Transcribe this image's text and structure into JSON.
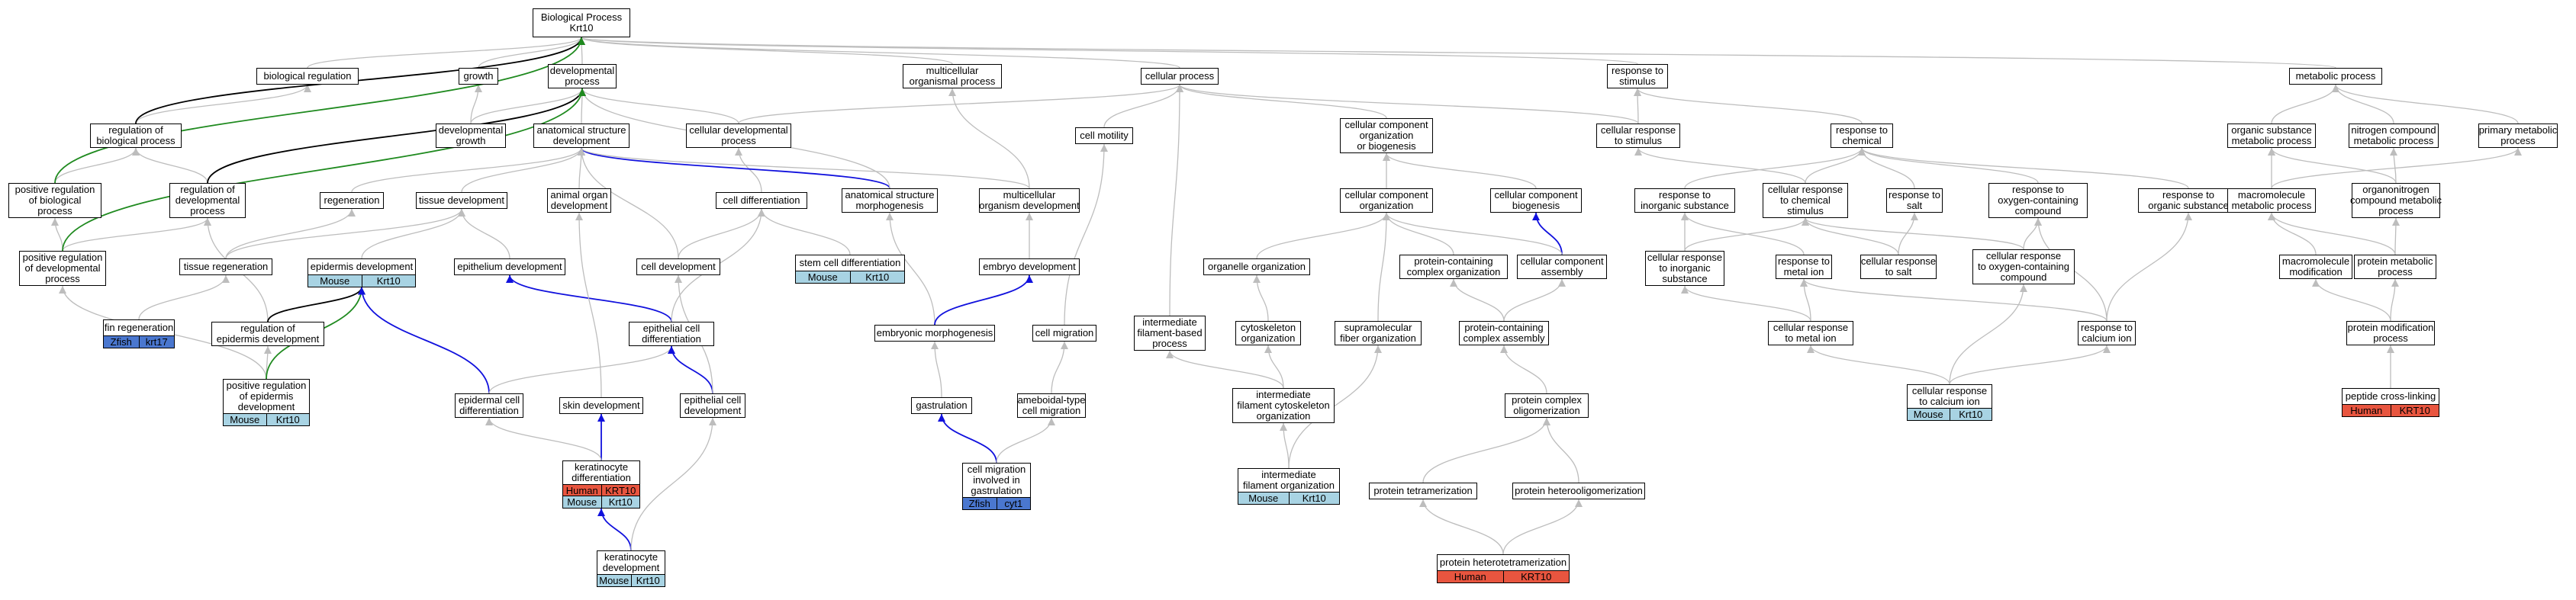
{
  "colors": {
    "gray": "#bdbdbd",
    "blue": "#1111dd",
    "green": "#1f8a1f",
    "black": "#000000",
    "mouse": "#a8d3e3",
    "human": "#e8553f",
    "zfish": "#4a77cf"
  },
  "nodes": {
    "bp": {
      "lines": [
        "Biological Process",
        "Krt10"
      ]
    },
    "bio_reg": {
      "lines": [
        "biological regulation"
      ]
    },
    "growth": {
      "lines": [
        "growth"
      ]
    },
    "dev_proc": {
      "lines": [
        "developmental",
        "process"
      ]
    },
    "multi_proc": {
      "lines": [
        "multicellular",
        "organismal process"
      ]
    },
    "cell_proc": {
      "lines": [
        "cellular process"
      ]
    },
    "resp_stim": {
      "lines": [
        "response to",
        "stimulus"
      ]
    },
    "metab_proc": {
      "lines": [
        "metabolic process"
      ]
    },
    "reg_bio": {
      "lines": [
        "regulation of",
        "biological process"
      ]
    },
    "dev_growth": {
      "lines": [
        "developmental",
        "growth"
      ]
    },
    "anat_dev": {
      "lines": [
        "anatomical structure",
        "development"
      ]
    },
    "cell_dev_proc": {
      "lines": [
        "cellular developmental",
        "process"
      ]
    },
    "cell_motility": {
      "lines": [
        "cell motility"
      ]
    },
    "ccob": {
      "lines": [
        "cellular component",
        "organization",
        "or biogenesis"
      ]
    },
    "cell_resp_stim": {
      "lines": [
        "cellular response",
        "to stimulus"
      ]
    },
    "resp_chem": {
      "lines": [
        "response to",
        "chemical"
      ]
    },
    "org_subst": {
      "lines": [
        "organic substance",
        "metabolic process"
      ]
    },
    "nitro_comp": {
      "lines": [
        "nitrogen compound",
        "metabolic process"
      ]
    },
    "prim_metab": {
      "lines": [
        "primary metabolic",
        "process"
      ]
    },
    "pos_reg_bio": {
      "lines": [
        "positive regulation",
        "of biological",
        "process"
      ]
    },
    "reg_dev": {
      "lines": [
        "regulation of",
        "developmental",
        "process"
      ]
    },
    "regeneration": {
      "lines": [
        "regeneration"
      ]
    },
    "tissue_dev": {
      "lines": [
        "tissue development"
      ]
    },
    "animal_organ": {
      "lines": [
        "animal organ",
        "development"
      ]
    },
    "cell_diff": {
      "lines": [
        "cell differentiation"
      ]
    },
    "anat_morph": {
      "lines": [
        "anatomical structure",
        "morphogenesis"
      ]
    },
    "multi_org_dev": {
      "lines": [
        "multicellular",
        "organism development"
      ]
    },
    "cc_org": {
      "lines": [
        "cellular component",
        "organization"
      ]
    },
    "cc_biog": {
      "lines": [
        "cellular component",
        "biogenesis"
      ]
    },
    "resp_inorg": {
      "lines": [
        "response to",
        "inorganic substance"
      ]
    },
    "cell_resp_chem": {
      "lines": [
        "cellular response",
        "to chemical",
        "stimulus"
      ]
    },
    "resp_salt": {
      "lines": [
        "response to",
        "salt"
      ]
    },
    "resp_oxy": {
      "lines": [
        "response to",
        "oxygen-containing",
        "compound"
      ]
    },
    "resp_org_sub": {
      "lines": [
        "response to",
        "organic substance"
      ]
    },
    "macro_metab": {
      "lines": [
        "macromolecule",
        "metabolic process"
      ]
    },
    "organonitro": {
      "lines": [
        "organonitrogen",
        "compound metabolic",
        "process"
      ]
    },
    "pos_reg_dev": {
      "lines": [
        "positive regulation",
        "of developmental",
        "process"
      ]
    },
    "tissue_regen": {
      "lines": [
        "tissue regeneration"
      ]
    },
    "epid_dev": {
      "lines": [
        "epidermis development"
      ],
      "species": [
        {
          "name": "Mouse",
          "color": "mouse"
        },
        {
          "name": "Krt10",
          "color": "mouse"
        }
      ]
    },
    "epith_dev": {
      "lines": [
        "epithelium development"
      ]
    },
    "cell_dev": {
      "lines": [
        "cell development"
      ]
    },
    "stem_cell_diff": {
      "lines": [
        "stem cell differentiation"
      ],
      "species": [
        {
          "name": "Mouse",
          "color": "mouse"
        },
        {
          "name": "Krt10",
          "color": "mouse"
        }
      ]
    },
    "embryo_dev": {
      "lines": [
        "embryo development"
      ]
    },
    "organelle_org": {
      "lines": [
        "organelle organization"
      ]
    },
    "pc_cc_org": {
      "lines": [
        "protein-containing",
        "complex organization"
      ]
    },
    "cc_assembly": {
      "lines": [
        "cellular component",
        "assembly"
      ]
    },
    "cell_resp_inorg": {
      "lines": [
        "cellular response",
        "to inorganic",
        "substance"
      ]
    },
    "resp_metal": {
      "lines": [
        "response to",
        "metal ion"
      ]
    },
    "cell_resp_salt": {
      "lines": [
        "cellular response",
        "to salt"
      ]
    },
    "cell_resp_oxy": {
      "lines": [
        "cellular response",
        "to oxygen-containing",
        "compound"
      ]
    },
    "macro_mod": {
      "lines": [
        "macromolecule",
        "modification"
      ]
    },
    "prot_metab": {
      "lines": [
        "protein metabolic",
        "process"
      ]
    },
    "fin_regen": {
      "lines": [
        "fin regeneration"
      ],
      "species": [
        {
          "name": "Zfish",
          "color": "zfish"
        },
        {
          "name": "krt17",
          "color": "zfish"
        }
      ]
    },
    "reg_epid": {
      "lines": [
        "regulation of",
        "epidermis development"
      ]
    },
    "epith_cell_diff": {
      "lines": [
        "epithelial cell",
        "differentiation"
      ]
    },
    "embryonic_morph": {
      "lines": [
        "embryonic morphogenesis"
      ]
    },
    "cell_migration": {
      "lines": [
        "cell migration"
      ]
    },
    "if_process": {
      "lines": [
        "intermediate",
        "filament-based",
        "process"
      ]
    },
    "cytoskel_org": {
      "lines": [
        "cytoskeleton",
        "organization"
      ]
    },
    "supramol": {
      "lines": [
        "supramolecular",
        "fiber organization"
      ]
    },
    "pc_assembly": {
      "lines": [
        "protein-containing",
        "complex assembly"
      ]
    },
    "cell_resp_metal": {
      "lines": [
        "cellular response",
        "to metal ion"
      ]
    },
    "resp_calcium": {
      "lines": [
        "response to",
        "calcium ion"
      ]
    },
    "prot_mod": {
      "lines": [
        "protein modification",
        "process"
      ]
    },
    "pos_reg_epid": {
      "lines": [
        "positive regulation",
        "of epidermis",
        "development"
      ],
      "species": [
        {
          "name": "Mouse",
          "color": "mouse"
        },
        {
          "name": "Krt10",
          "color": "mouse"
        }
      ]
    },
    "epid_cell_diff": {
      "lines": [
        "epidermal cell",
        "differentiation"
      ]
    },
    "skin_dev": {
      "lines": [
        "skin development"
      ]
    },
    "epith_cell_dev": {
      "lines": [
        "epithelial cell",
        "development"
      ]
    },
    "gastrulation": {
      "lines": [
        "gastrulation"
      ]
    },
    "amoeboid": {
      "lines": [
        "ameboidal-type",
        "cell migration"
      ]
    },
    "if_cytoskel_org": {
      "lines": [
        "intermediate",
        "filament cytoskeleton",
        "organization"
      ]
    },
    "prot_complex_olig": {
      "lines": [
        "protein complex",
        "oligomerization"
      ]
    },
    "cell_resp_calcium": {
      "lines": [
        "cellular response",
        "to calcium ion"
      ],
      "species": [
        {
          "name": "Mouse",
          "color": "mouse"
        },
        {
          "name": "Krt10",
          "color": "mouse"
        }
      ]
    },
    "pep_crosslink": {
      "lines": [
        "peptide cross-linking"
      ],
      "species": [
        {
          "name": "Human",
          "color": "human"
        },
        {
          "name": "KRT10",
          "color": "human"
        }
      ]
    },
    "kerat_diff": {
      "lines": [
        "keratinocyte",
        "differentiation"
      ],
      "species": [
        {
          "name": "Human",
          "color": "human"
        },
        {
          "name": "KRT10",
          "color": "human"
        },
        {
          "name": "Mouse",
          "color": "mouse"
        },
        {
          "name": "Krt10",
          "color": "mouse"
        }
      ]
    },
    "cell_mig_gast": {
      "lines": [
        "cell migration",
        "involved in",
        "gastrulation"
      ],
      "species": [
        {
          "name": "Zfish",
          "color": "zfish"
        },
        {
          "name": "cyt1",
          "color": "zfish"
        }
      ]
    },
    "if_org": {
      "lines": [
        "intermediate",
        "filament organization"
      ],
      "species": [
        {
          "name": "Mouse",
          "color": "mouse"
        },
        {
          "name": "Krt10",
          "color": "mouse"
        }
      ]
    },
    "prot_tetramer": {
      "lines": [
        "protein tetramerization"
      ]
    },
    "prot_heterooligo": {
      "lines": [
        "protein heterooligomerization"
      ]
    },
    "kerat_dev": {
      "lines": [
        "keratinocyte",
        "development"
      ],
      "species": [
        {
          "name": "Mouse",
          "color": "mouse"
        },
        {
          "name": "Krt10",
          "color": "mouse"
        }
      ]
    },
    "prot_heterotetra": {
      "lines": [
        "protein heterotetramerization"
      ],
      "species": [
        {
          "name": "Human",
          "color": "human"
        },
        {
          "name": "KRT10",
          "color": "human"
        }
      ]
    }
  },
  "edges": [
    [
      "bio_reg",
      "bp",
      "gray"
    ],
    [
      "growth",
      "bp",
      "gray"
    ],
    [
      "dev_proc",
      "bp",
      "gray"
    ],
    [
      "multi_proc",
      "bp",
      "gray"
    ],
    [
      "cell_proc",
      "bp",
      "gray"
    ],
    [
      "resp_stim",
      "bp",
      "gray"
    ],
    [
      "metab_proc",
      "bp",
      "gray"
    ],
    [
      "reg_bio",
      "bio_reg",
      "gray"
    ],
    [
      "reg_bio",
      "bp",
      "black"
    ],
    [
      "dev_growth",
      "growth",
      "gray"
    ],
    [
      "dev_growth",
      "dev_proc",
      "gray"
    ],
    [
      "anat_dev",
      "dev_proc",
      "gray"
    ],
    [
      "cell_dev_proc",
      "dev_proc",
      "gray"
    ],
    [
      "cell_dev_proc",
      "cell_proc",
      "gray"
    ],
    [
      "cell_motility",
      "cell_proc",
      "gray"
    ],
    [
      "ccob",
      "cell_proc",
      "gray"
    ],
    [
      "cell_resp_stim",
      "resp_stim",
      "gray"
    ],
    [
      "cell_resp_stim",
      "cell_proc",
      "gray"
    ],
    [
      "resp_chem",
      "resp_stim",
      "gray"
    ],
    [
      "org_subst",
      "metab_proc",
      "gray"
    ],
    [
      "nitro_comp",
      "metab_proc",
      "gray"
    ],
    [
      "prim_metab",
      "metab_proc",
      "gray"
    ],
    [
      "pos_reg_bio",
      "reg_bio",
      "gray"
    ],
    [
      "pos_reg_bio",
      "bp",
      "green"
    ],
    [
      "reg_dev",
      "reg_bio",
      "gray"
    ],
    [
      "reg_dev",
      "dev_proc",
      "black"
    ],
    [
      "regeneration",
      "anat_dev",
      "gray"
    ],
    [
      "tissue_dev",
      "anat_dev",
      "gray"
    ],
    [
      "animal_organ",
      "anat_dev",
      "gray"
    ],
    [
      "cell_diff",
      "cell_dev_proc",
      "gray"
    ],
    [
      "anat_morph",
      "anat_dev",
      "blue"
    ],
    [
      "anat_morph",
      "dev_proc",
      "gray"
    ],
    [
      "multi_org_dev",
      "anat_dev",
      "gray"
    ],
    [
      "multi_org_dev",
      "multi_proc",
      "gray"
    ],
    [
      "cc_org",
      "ccob",
      "gray"
    ],
    [
      "cc_biog",
      "ccob",
      "gray"
    ],
    [
      "resp_inorg",
      "resp_chem",
      "gray"
    ],
    [
      "cell_resp_chem",
      "resp_chem",
      "gray"
    ],
    [
      "cell_resp_chem",
      "cell_resp_stim",
      "gray"
    ],
    [
      "resp_salt",
      "resp_chem",
      "gray"
    ],
    [
      "resp_oxy",
      "resp_chem",
      "gray"
    ],
    [
      "resp_org_sub",
      "resp_chem",
      "gray"
    ],
    [
      "macro_metab",
      "org_subst",
      "gray"
    ],
    [
      "organonitro",
      "org_subst",
      "gray"
    ],
    [
      "organonitro",
      "nitro_comp",
      "gray"
    ],
    [
      "macro_metab",
      "prim_metab",
      "gray"
    ],
    [
      "pos_reg_dev",
      "pos_reg_bio",
      "gray"
    ],
    [
      "pos_reg_dev",
      "reg_dev",
      "gray"
    ],
    [
      "pos_reg_dev",
      "dev_proc",
      "green"
    ],
    [
      "tissue_regen",
      "regeneration",
      "gray"
    ],
    [
      "tissue_regen",
      "tissue_dev",
      "gray"
    ],
    [
      "epid_dev",
      "tissue_dev",
      "gray"
    ],
    [
      "epith_dev",
      "tissue_dev",
      "gray"
    ],
    [
      "cell_dev",
      "cell_diff",
      "gray"
    ],
    [
      "cell_dev",
      "anat_dev",
      "gray"
    ],
    [
      "stem_cell_diff",
      "cell_diff",
      "gray"
    ],
    [
      "embryo_dev",
      "multi_org_dev",
      "gray"
    ],
    [
      "organelle_org",
      "cc_org",
      "gray"
    ],
    [
      "pc_cc_org",
      "cc_org",
      "gray"
    ],
    [
      "cc_assembly",
      "cc_biog",
      "blue"
    ],
    [
      "cc_assembly",
      "cc_org",
      "gray"
    ],
    [
      "cell_resp_inorg",
      "resp_inorg",
      "gray"
    ],
    [
      "cell_resp_inorg",
      "cell_resp_chem",
      "gray"
    ],
    [
      "resp_metal",
      "resp_inorg",
      "gray"
    ],
    [
      "cell_resp_salt",
      "resp_salt",
      "gray"
    ],
    [
      "cell_resp_salt",
      "cell_resp_chem",
      "gray"
    ],
    [
      "cell_resp_oxy",
      "resp_oxy",
      "gray"
    ],
    [
      "cell_resp_oxy",
      "cell_resp_chem",
      "gray"
    ],
    [
      "macro_mod",
      "macro_metab",
      "gray"
    ],
    [
      "prot_metab",
      "macro_metab",
      "gray"
    ],
    [
      "prot_metab",
      "organonitro",
      "gray"
    ],
    [
      "fin_regen",
      "tissue_regen",
      "gray"
    ],
    [
      "reg_epid",
      "reg_dev",
      "gray"
    ],
    [
      "reg_epid",
      "epid_dev",
      "black"
    ],
    [
      "epith_cell_diff",
      "epith_dev",
      "blue"
    ],
    [
      "epith_cell_diff",
      "cell_diff",
      "gray"
    ],
    [
      "embryonic_morph",
      "anat_morph",
      "gray"
    ],
    [
      "embryonic_morph",
      "embryo_dev",
      "blue"
    ],
    [
      "cell_migration",
      "cell_motility",
      "gray"
    ],
    [
      "if_process",
      "cell_proc",
      "gray"
    ],
    [
      "cytoskel_org",
      "organelle_org",
      "gray"
    ],
    [
      "supramol",
      "cc_org",
      "gray"
    ],
    [
      "pc_assembly",
      "pc_cc_org",
      "gray"
    ],
    [
      "pc_assembly",
      "cc_assembly",
      "gray"
    ],
    [
      "cell_resp_metal",
      "resp_metal",
      "gray"
    ],
    [
      "cell_resp_metal",
      "cell_resp_inorg",
      "gray"
    ],
    [
      "resp_calcium",
      "resp_metal",
      "gray"
    ],
    [
      "resp_calcium",
      "resp_org_sub",
      "gray"
    ],
    [
      "resp_calcium",
      "resp_oxy",
      "gray"
    ],
    [
      "prot_mod",
      "macro_mod",
      "gray"
    ],
    [
      "prot_mod",
      "prot_metab",
      "gray"
    ],
    [
      "pos_reg_epid",
      "reg_epid",
      "gray"
    ],
    [
      "pos_reg_epid",
      "pos_reg_dev",
      "gray"
    ],
    [
      "pos_reg_epid",
      "epid_dev",
      "green"
    ],
    [
      "epid_cell_diff",
      "epid_dev",
      "blue"
    ],
    [
      "epid_cell_diff",
      "epith_cell_diff",
      "gray"
    ],
    [
      "skin_dev",
      "animal_organ",
      "gray"
    ],
    [
      "epith_cell_dev",
      "epith_cell_diff",
      "blue"
    ],
    [
      "epith_cell_dev",
      "cell_dev",
      "gray"
    ],
    [
      "gastrulation",
      "embryonic_morph",
      "gray"
    ],
    [
      "amoeboid",
      "cell_migration",
      "gray"
    ],
    [
      "if_cytoskel_org",
      "cytoskel_org",
      "gray"
    ],
    [
      "if_cytoskel_org",
      "if_process",
      "gray"
    ],
    [
      "prot_complex_olig",
      "pc_assembly",
      "gray"
    ],
    [
      "cell_resp_calcium",
      "resp_calcium",
      "gray"
    ],
    [
      "cell_resp_calcium",
      "cell_resp_metal",
      "gray"
    ],
    [
      "cell_resp_calcium",
      "cell_resp_oxy",
      "gray"
    ],
    [
      "pep_crosslink",
      "prot_mod",
      "gray"
    ],
    [
      "kerat_diff",
      "skin_dev",
      "blue"
    ],
    [
      "kerat_diff",
      "epid_cell_diff",
      "gray"
    ],
    [
      "cell_mig_gast",
      "gastrulation",
      "blue"
    ],
    [
      "cell_mig_gast",
      "amoeboid",
      "gray"
    ],
    [
      "if_org",
      "if_cytoskel_org",
      "gray"
    ],
    [
      "if_org",
      "supramol",
      "gray"
    ],
    [
      "prot_tetramer",
      "prot_complex_olig",
      "gray"
    ],
    [
      "prot_heterooligo",
      "prot_complex_olig",
      "gray"
    ],
    [
      "kerat_dev",
      "kerat_diff",
      "blue"
    ],
    [
      "kerat_dev",
      "epith_cell_dev",
      "gray"
    ],
    [
      "prot_heterotetra",
      "prot_tetramer",
      "gray"
    ],
    [
      "prot_heterotetra",
      "prot_heterooligo",
      "gray"
    ]
  ]
}
